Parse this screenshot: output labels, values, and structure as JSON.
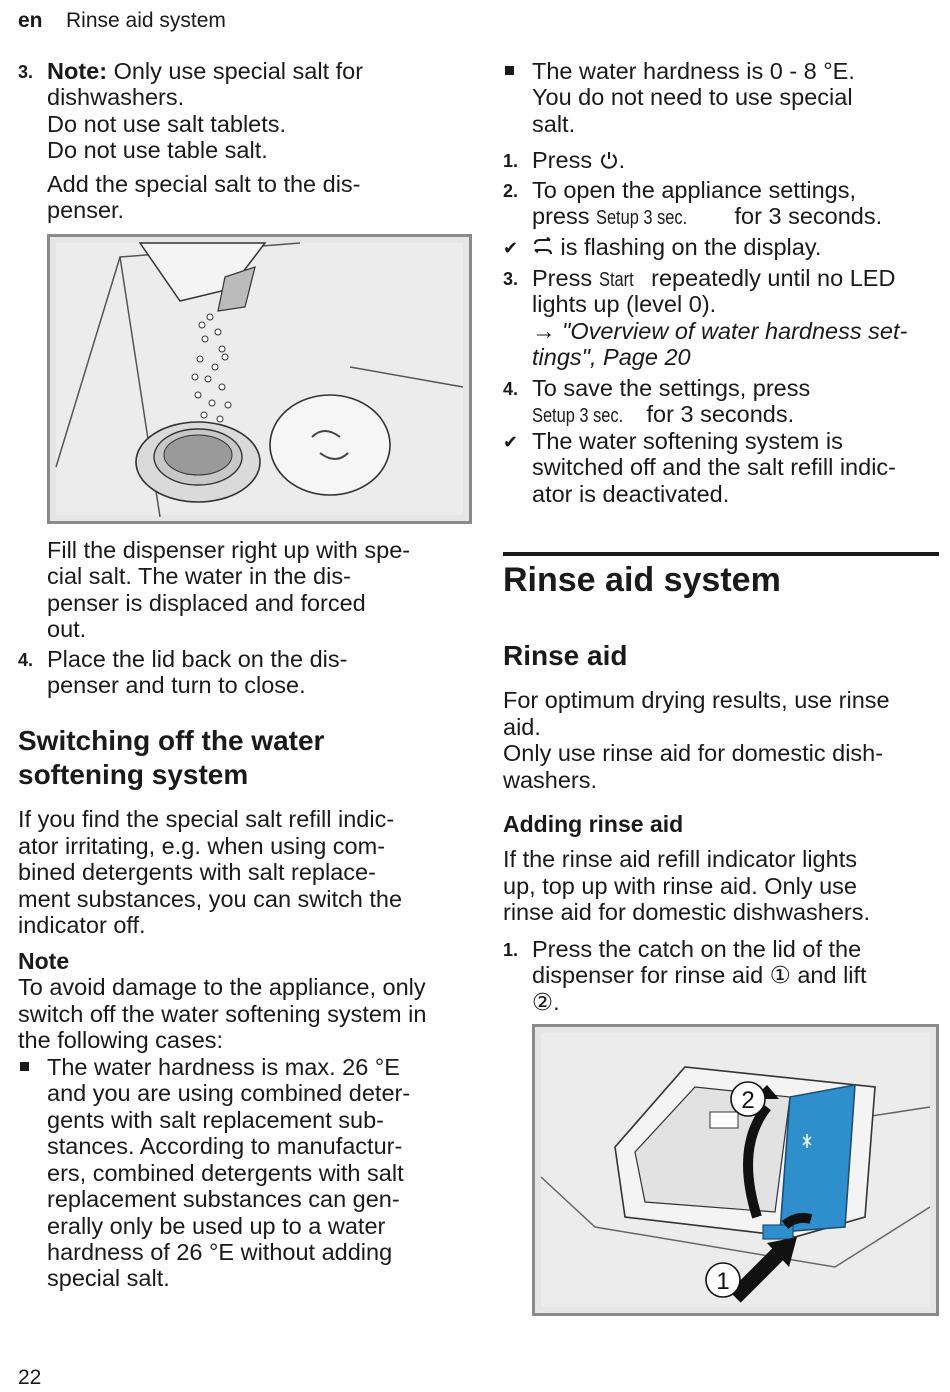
{
  "header": {
    "lang": "en",
    "title": "Rinse aid system"
  },
  "page_number": "22",
  "left": {
    "step3": {
      "number": "3.",
      "note_label": "Note:",
      "lines": [
        "Only use special salt for",
        "dishwashers.",
        "Do not use salt tablets.",
        "Do not use table salt."
      ],
      "add_lines": [
        "Add the special salt to the dis-",
        "penser."
      ]
    },
    "fill_lines": [
      "Fill the dispenser right up with spe-",
      "cial salt. The water in the dis-",
      "penser is displaced and forced",
      "out."
    ],
    "step4": {
      "number": "4.",
      "lines": [
        "Place the lid back on the dis-",
        "penser and turn to close."
      ]
    },
    "heading": [
      "Switching off the water",
      "softening system"
    ],
    "intro_lines": [
      "If you find the special salt refill indic-",
      "ator irritating, e.g. when using com-",
      "bined detergents with salt replace-",
      "ment substances, you can switch the",
      "indicator off."
    ],
    "note_heading": "Note",
    "note_lines": [
      "To avoid damage to the appliance, only",
      "switch off the water softening system in",
      "the following cases:"
    ],
    "bullet_lines": [
      "The water hardness is max. 26 °E",
      "and you are using combined deter-",
      "gents with salt replacement sub-",
      "stances. According to manufactur-",
      "ers, combined detergents with salt",
      "replacement substances can gen-",
      "erally only be used up to a water",
      "hardness of 26 °E without adding",
      "special salt."
    ]
  },
  "right": {
    "bullet_lines": [
      "The water hardness is 0 - 8 °E.",
      "You do not need to use special",
      "salt."
    ],
    "s1": {
      "number": "1.",
      "text": "Press"
    },
    "s2": {
      "number": "2.",
      "line1": "To open the appliance settings,",
      "pre": "press",
      "key": "Setup 3 sec.",
      "post": "for 3 seconds."
    },
    "r1": {
      "text": "is flashing on the display."
    },
    "s3": {
      "number": "3.",
      "pre": "Press",
      "key": "Start",
      "post": "repeatedly until no LED",
      "line2": "lights up (level 0).",
      "ref1": "→ \"Overview of water hardness set-",
      "ref2": "tings\", Page 20"
    },
    "s4": {
      "number": "4.",
      "line1": "To save the settings, press",
      "key": "Setup 3 sec.",
      "post": "for 3 seconds."
    },
    "r2": {
      "lines": [
        "The water softening system is",
        "switched off and the salt refill indic-",
        "ator is deactivated."
      ]
    },
    "section_title": "Rinse aid system",
    "sub_title": "Rinse aid",
    "p1_lines": [
      "For optimum drying results, use rinse",
      "aid.",
      "Only use rinse aid for domestic dish-",
      "washers."
    ],
    "adding_title": "Adding rinse aid",
    "p2_lines": [
      "If the rinse aid refill indicator lights",
      "up, top up with rinse aid. Only use",
      "rinse aid for domestic dishwashers."
    ],
    "st1": {
      "number": "1.",
      "line1": "Press the catch on the lid of the",
      "line2": "dispenser for rinse aid ① and lift",
      "line3": "②."
    },
    "callouts": [
      "1",
      "2"
    ]
  },
  "colors": {
    "text": "#1a1a1a",
    "frame": "#8a8a8a",
    "rule": "#1a1a1a",
    "lid_blue": "#2f8fcd"
  }
}
